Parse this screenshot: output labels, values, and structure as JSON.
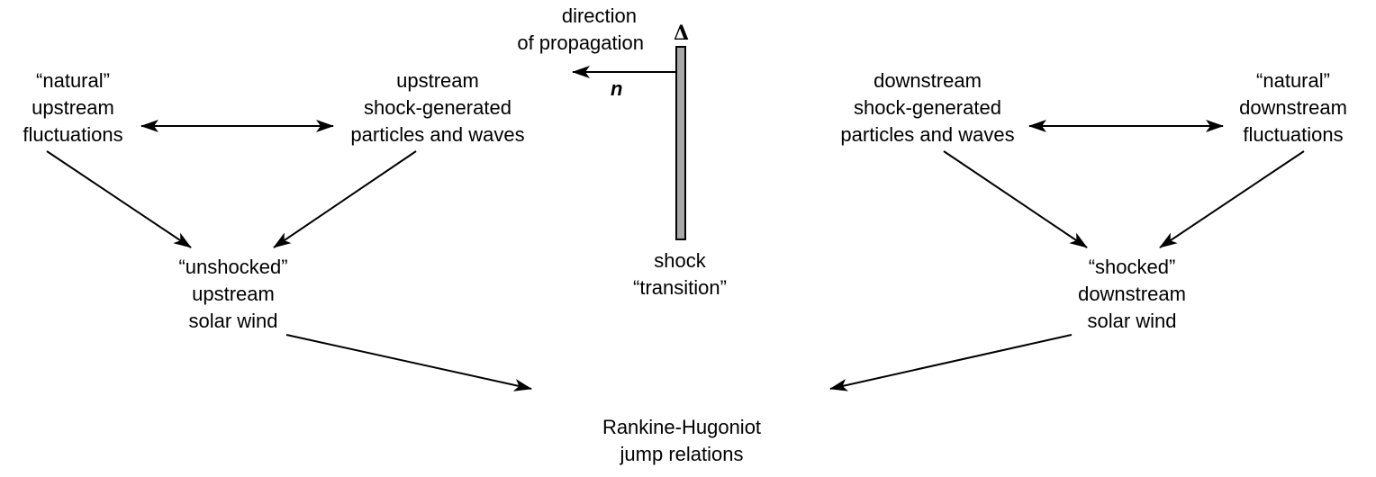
{
  "diagram": {
    "direction_label": [
      "direction",
      "of propagation"
    ],
    "normal_label": "n",
    "delta_label": "Δ",
    "shock_label": [
      "shock",
      "“transition”"
    ],
    "upstream": {
      "natural": [
        "“natural”",
        "upstream",
        "fluctuations"
      ],
      "generated": [
        "upstream",
        "shock-generated",
        "particles and waves"
      ],
      "wind": [
        "“unshocked”",
        "upstream",
        "solar wind"
      ]
    },
    "downstream": {
      "generated": [
        "downstream",
        "shock-generated",
        "particles and waves"
      ],
      "natural": [
        "“natural”",
        "downstream",
        "fluctuations"
      ],
      "wind": [
        "“shocked”",
        "downstream",
        "solar wind"
      ]
    },
    "result": [
      "Rankine-Hugoniot",
      "jump relations"
    ],
    "colors": {
      "shock_fill": "#a8a8a8",
      "stroke": "#000000"
    }
  }
}
